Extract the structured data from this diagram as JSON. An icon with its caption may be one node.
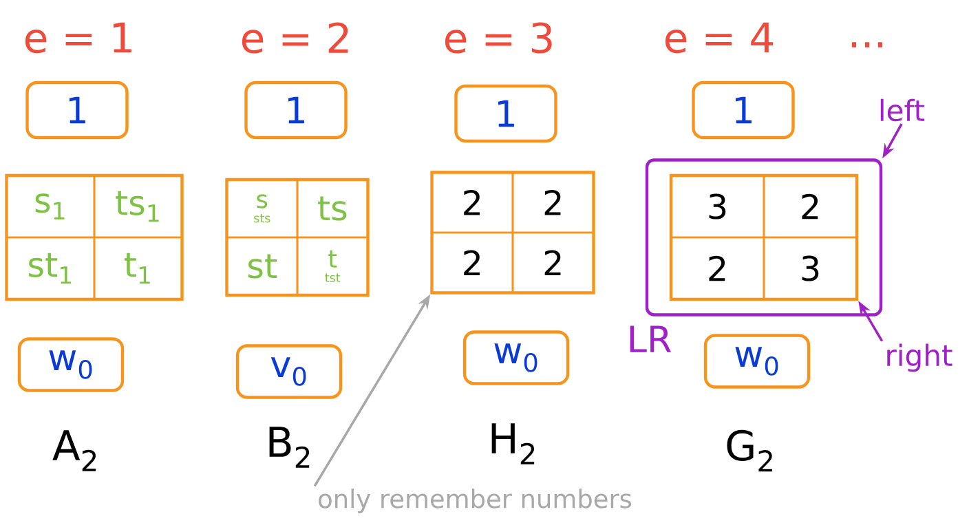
{
  "diagram": {
    "nodes": [
      {
        "text": [
          "1"
        ]
      },
      {
        "text": [],
        "shape": "box"
      },
      {
        "text": [
          "s$_{1}$"
        ],
        "in": 1
      },
      {
        "text": [
          "ts$_{1}$"
        ],
        "in": 1
      },
      {
        "text": [
          "st$_{1}$"
        ],
        "in": 1
      },
      {
        "text": [
          "t$_{1}$"
        ],
        "in": 1
      },
      {
        "text": [
          "w$_{0}$"
        ]
      },
      {
        "text": [
          "1"
        ]
      },
      {
        "text": [],
        "shape": "box"
      },
      {
        "text": [
          "s",
          "sts"
        ],
        "in": 8
      },
      {
        "text": [
          "ts"
        ],
        "in": 8
      },
      {
        "text": [
          "st"
        ],
        "in": 8
      },
      {
        "text": [
          "t",
          "tst"
        ],
        "in": 8
      },
      {
        "text": [
          "v$_{0}$"
        ]
      },
      {
        "text": [
          "1"
        ]
      },
      {
        "text": [],
        "shape": "box"
      },
      {
        "text": [
          "2"
        ],
        "in": 15
      },
      {
        "text": [
          "2"
        ],
        "in": 15
      },
      {
        "text": [
          "2"
        ],
        "in": 15
      },
      {
        "text": [
          "2"
        ],
        "in": 15
      },
      {
        "text": [
          "w$_{0}$"
        ]
      },
      {
        "text": [
          "1"
        ]
      },
      {
        "text": [
          "LR"
        ]
      },
      {
        "text": [],
        "shape": "box",
        "in": 22
      },
      {
        "text": [
          "3"
        ],
        "in": 23
      },
      {
        "text": [
          "2"
        ],
        "in": 23
      },
      {
        "text": [
          "2"
        ],
        "in": 23
      },
      {
        "text": [
          "3"
        ],
        "in": 23
      },
      {
        "text": [
          "w$_{0}$"
        ]
      },
      {
        "text": [
          "left"
        ]
      },
      {
        "text": [
          "right"
        ]
      },
      {
        "text": [
          "only remember numbers"
        ]
      }
    ],
    "edges": [
      {
        "from": 29,
        "to": 22,
        "arrow": "to",
        "color": "#a020c8"
      },
      {
        "from": 30,
        "to": 23,
        "arrow": "to",
        "color": "#a020c8"
      },
      {
        "from": 31,
        "to": 15,
        "arrow": "to",
        "color": "#a8a8a8"
      }
    ],
    "labels": [
      "e = 1",
      "e = 2",
      "e = 3",
      "e = 4",
      "...",
      "A$_{2}$",
      "B$_{2}$",
      "H$_{2}$",
      "G$_{2}$"
    ]
  }
}
